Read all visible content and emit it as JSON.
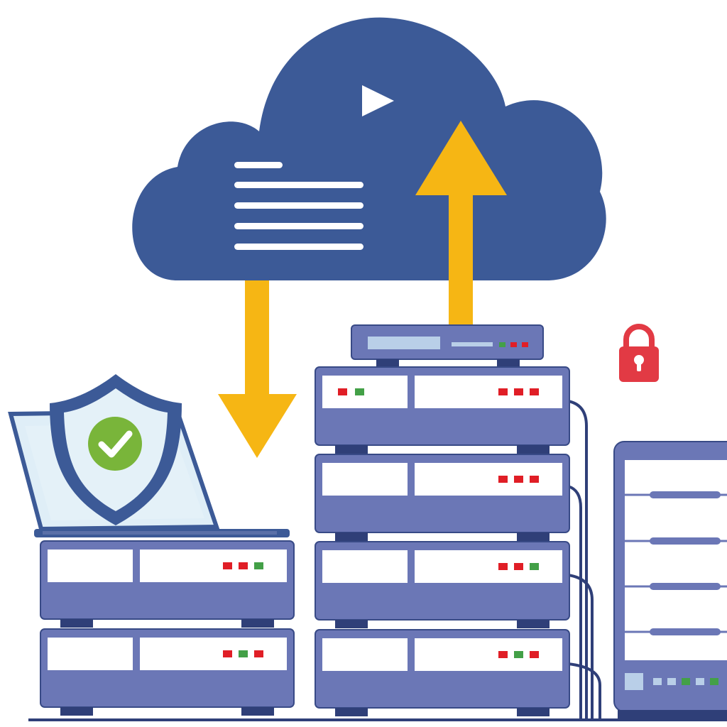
{
  "illustration": {
    "colors": {
      "cloud": "#3c5a97",
      "arrow": "#f6b614",
      "server_body": "#6b77b6",
      "server_outline": "#384a86",
      "server_front": "#ffffff",
      "server_foot": "#2f3f78",
      "led_red": "#e01e26",
      "led_green": "#43a047",
      "lock": "#e23a44",
      "shield": "#3c5a97",
      "check": "#79b53a",
      "laptop_screen": "#e4f1f8",
      "laptop_frame": "#3c5a97",
      "cable": "#2f3f78"
    },
    "icons": {
      "cloud": "cloud-icon",
      "play": "play-icon",
      "document_lines": "document-lines-icon",
      "upload_arrow": "up-arrow-icon",
      "download_arrow": "down-arrow-icon",
      "shield": "shield-check-icon",
      "lock": "padlock-icon",
      "laptop": "laptop-icon",
      "server": "server-rack-icon",
      "router": "network-switch-icon",
      "cabinet": "server-cabinet-icon"
    },
    "left_stack_leds": [
      [
        "red",
        "red",
        "green"
      ],
      [
        "red",
        "green",
        "red"
      ]
    ],
    "center_stack_leds": [
      [
        "red",
        "red",
        "red"
      ],
      [
        "red",
        "red",
        "red"
      ],
      [
        "red",
        "red",
        "green"
      ],
      [
        "red",
        "green",
        "red"
      ]
    ],
    "router_leds": [
      "green",
      "red",
      "red"
    ]
  }
}
